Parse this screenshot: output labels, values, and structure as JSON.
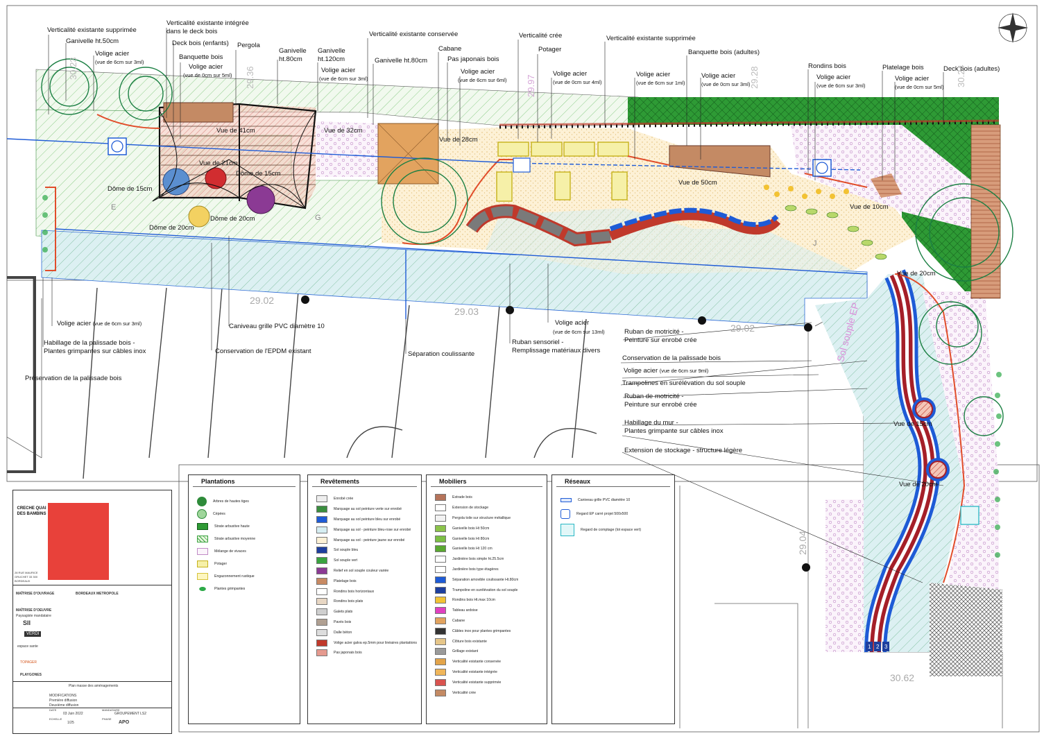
{
  "plan_labels": {
    "verticalite_supprimee_1": "Verticalité existante supprimée",
    "verticalite_integree": "Verticalité existante intégrée",
    "dans_le_deck": "dans le deck bois",
    "ganivelle_50": "Ganivelle ht.50cm",
    "volige_acier_1": "Volige acier",
    "volige_acier_1_sub": "(vue de 6cm sur 3ml)",
    "deck_bois_enfants": "Deck bois (enfants)",
    "pergola": "Pergola",
    "ganivelle_80_a": "Ganivelle",
    "ganivelle_80_a2": "ht.80cm",
    "ganivelle_120": "Ganivelle",
    "ganivelle_120b": "ht.120cm",
    "banquette_bois_1": "Banquette bois",
    "volige_acier_2": "Volige acier",
    "volige_acier_2_sub": "(vue de 0cm sur 5ml)",
    "volige_acier_3": "Volige acier",
    "volige_acier_3_sub": "(vue de 6cm sur 3ml)",
    "verticalite_conservee": "Verticalité existante conservée",
    "ganivelle_80_b": "Ganivelle ht.80cm",
    "cabane": "Cabane",
    "pas_japonais": "Pas japonais bois",
    "volige_acier_4": "Volige acier",
    "volige_acier_4_sub": "(vue de 6cm sur 6ml)",
    "verticalite_cree": "Verticalité crée",
    "potager": "Potager",
    "volige_acier_5": "Volige acier",
    "volige_acier_5_sub": "(vue de 0cm sur 4ml)",
    "verticalite_supprimee_2": "Verticalité existante supprimée",
    "banquette_bois_adultes": "Banquette bois (adultes)",
    "volige_acier_6": "Volige acier",
    "volige_acier_6_sub": "(vue de 6cm sur 1ml)",
    "volige_acier_7": "Volige acier",
    "volige_acier_7_sub": "(vue de 0cm sur 3ml)",
    "rondins_bois": "Rondins bois",
    "volige_acier_8": "Volige acier",
    "volige_acier_8_sub": "(vue de 6cm sur 3ml)",
    "platelage_bois": "Platelage bois",
    "volige_acier_9": "Volige acier",
    "volige_acier_9_sub": "(vue de 0cm sur 5ml)",
    "deck_bois_adultes": "Deck bois (adultes)",
    "vue_41": "Vue de 41cm",
    "vue_32": "Vue de 32cm",
    "vue_28": "Vue de 28cm",
    "vue_21": "Vue de 21cm",
    "dome_15a": "Dôme de 15cm",
    "dome_15b": "Dôme de 15cm",
    "dome_20a": "Dôme de 20cm",
    "dome_20b": "Dôme de 20cm",
    "vue_50": "Vue de 50cm",
    "vue_10": "Vue de 10cm",
    "vue_20a": "Vue de 20cm",
    "vue_15": "Vue de 15cm",
    "vue_20b": "Vue de 20cm",
    "sol_souple_ep": "Sol souple EP",
    "lvl_2902a": "29.02",
    "lvl_2903": "29.03",
    "lvl_2902b": "29.02",
    "lvl_2904": "29.04",
    "lvl_3023": "30.23",
    "lvl_2928": "29.28",
    "lvl_2936": "29.36",
    "lvl_2997": "29.97",
    "lvl_3024": "30.24",
    "lvl_2062": "30.62",
    "lvl_e": "E",
    "lvl_g": "G",
    "lvl_j": "J",
    "volige_acier_10": "Volige acier",
    "volige_acier_10_sub": "(vue de 6cm sur 3ml)",
    "habillage_palissade_1": "Habillage de la palissade bois -",
    "habillage_palissade_2": "Plantes grimpantes sur câbles inox",
    "preservation_palissade": "Préservation de la palissade bois",
    "caniveau": "Caniveau grille PVC diamètre 10",
    "conservation_epdm": "Conservation de l'EPDM existant",
    "separation_coulissante": "Séparation coulissante",
    "ruban_sensoriel_1": "Ruban sensoriel -",
    "ruban_sensoriel_2": "Remplissage matériaux divers",
    "volige_acier_11": "Volige acier",
    "volige_acier_11_sub": "(vue de 6cm sur 13ml)",
    "ruban_motricite_1a": "Ruban de motricité -",
    "ruban_motricite_1b": "Peinture sur enrobé crée",
    "conservation_palissade": "Conservation de la palissade bois",
    "volige_acier_12": "Volige acier",
    "volige_acier_12_sub": "(vue de 6cm sur 9ml)",
    "trampolines": "Trampolines en surélévation du sol souple",
    "ruban_motricite_2a": "Ruban de motricité -",
    "ruban_motricite_2b": "Peinture sur enrobé crée",
    "habillage_mur_1": "Habillage du mur -",
    "habillage_mur_2": "Plantes grimpante sur câbles inox",
    "extension_stockage": "Extension de stockage - structure légère",
    "lane_1": "1",
    "lane_2": "2",
    "lane_3": "3"
  },
  "legend": {
    "plantations": {
      "title": "Plantations",
      "items": [
        "Arbres de hautes tiges",
        "Cépées",
        "Strate arbustive haute",
        "Strate arbustive moyenne",
        "Mélange de vivaces",
        "Potager",
        "Engazonnement rustique",
        "Plantes grimpantes"
      ]
    },
    "revetements": {
      "title": "Revêtements",
      "items": [
        "Enrobé crée",
        "Marquage au sol peinture verte sur enrobé",
        "Marquage au sol peinture bleu sur enrobé",
        "Marquage au sol - peinture bleu-rose sur enrobé",
        "Marquage au sol - peinture jaune sur enrobé",
        "Sol souple bleu",
        "Sol souple vert",
        "Relief en sol souple couleur variée",
        "Platelage bois",
        "Rondins bois horizontaux",
        "Rondins bois plats",
        "Galets plats",
        "Pavés bois",
        "Dalle béton",
        "Volige acier galva ep.5mm pour linéaires plantations",
        "Pas japonais bois"
      ]
    },
    "mobiliers": {
      "title": "Mobiliers",
      "items": [
        "Estrade bois",
        "Extension de stockage",
        "Pergola toile sur structure métallique",
        "Ganivelle bois Ht 50cm",
        "Ganivelle bois Ht 80cm",
        "Ganivelle bois Ht 120 cm",
        "Jardinière bois simple ht.25.5cm",
        "Jardinière bois type étagères",
        "Séparation amovible coulissante Ht.80cm",
        "Trampoline en surélévation du sol souple",
        "Rondins bois Ht.max 10cm",
        "Tableau ardoise",
        "Cabane",
        "Câbles inox pour plantes grimpantes",
        "Clôture bois existante",
        "Grillage existant",
        "Verticalité existante conservée",
        "Verticalité existante intégrée",
        "Verticalité existante supprimée",
        "Verticalité crée"
      ]
    },
    "reseaux": {
      "title": "Réseaux",
      "items": [
        "Caniveau grille PVC diamètre 10",
        "Regard EP carré projet 500x500",
        "Regard de comptage (lot espace vert)"
      ]
    }
  },
  "cartouche": {
    "project_title": "CRECHE QUAI DES BAMBINS",
    "address": "28 RUE MAURICE GRUCHET 33 300 BORDEAUX",
    "maitrise_ouvrage": "MAÎTRISE D'OUVRAGE",
    "client": "BORDEAUX METROPOLE",
    "maitrise_oeuvre": "MAÎTRISE D'OEUVRE",
    "paysagiste": "Paysagiste mandataire",
    "firm_sii": "SII",
    "firm_verdi": "VERDI",
    "firm_espace": "espace sante",
    "firm_topager": "TOPAGER",
    "firm_playgones": "PLAYGONES",
    "plan_title": "Plan masse des aménagements",
    "date_label": "DATE",
    "date": "03 Juin 2022",
    "group_label": "MANDATAIRE",
    "group": "GROUPEMENT LS2",
    "scale_label": "ECHELLE",
    "scale": "1/25",
    "phase_label": "PHASE",
    "phase": "APO",
    "revisions": [
      "MODIFICATIONS",
      "Première diffusion",
      "Deuxième diffusion"
    ],
    "accent_color": "#e8413a"
  },
  "colors": {
    "green_hatch": "#2a9b35",
    "lawn": "#dff1d3",
    "red": "#c0392b",
    "blue": "#1e5bd6",
    "wood": "#c88a63",
    "cyan": "#d6eef2"
  }
}
